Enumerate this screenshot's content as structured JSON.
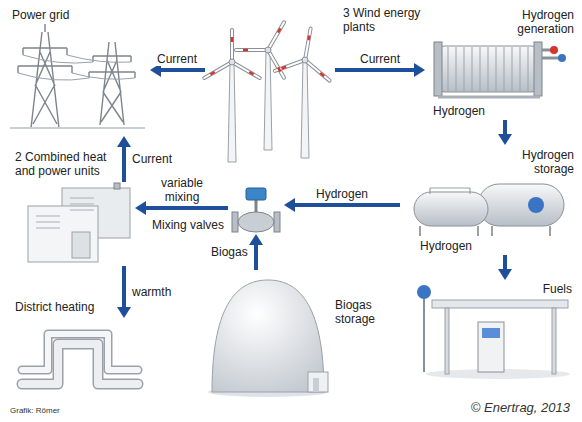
{
  "diagram": {
    "nodes": [
      {
        "text": [
          "Power grid"
        ]
      },
      {
        "text": [
          "3 Wind energy plants"
        ]
      },
      {
        "text": [
          "Hydrogen generation",
          "Hydrogen"
        ]
      },
      {
        "text": [
          "Hydrogen storage",
          "Hydrogen"
        ]
      },
      {
        "text": [
          "Fuels"
        ]
      },
      {
        "text": [
          "Mixing valves"
        ]
      },
      {
        "text": [
          "2 Combined heat and power units"
        ]
      },
      {
        "text": [
          "District heating"
        ]
      },
      {
        "text": [
          "Biogas storage"
        ]
      }
    ],
    "edges": [
      {
        "from": 1,
        "to": 0,
        "arrow": "to",
        "label": "Current"
      },
      {
        "from": 1,
        "to": 2,
        "arrow": "to",
        "label": "Current"
      },
      {
        "from": 2,
        "to": 3,
        "arrow": "to"
      },
      {
        "from": 3,
        "to": 4,
        "arrow": "to"
      },
      {
        "from": 3,
        "to": 5,
        "arrow": "to",
        "label": "Hydrogen"
      },
      {
        "from": 8,
        "to": 5,
        "arrow": "to",
        "label": "Biogas"
      },
      {
        "from": 5,
        "to": 6,
        "arrow": "to",
        "label": "variable mixing"
      },
      {
        "from": 6,
        "to": 0,
        "arrow": "to",
        "label": "Current"
      },
      {
        "from": 6,
        "to": 7,
        "arrow": "to",
        "label": "warmth"
      }
    ],
    "labels": [
      "Grafik: Römer",
      "© Enertrag, 2013"
    ]
  }
}
